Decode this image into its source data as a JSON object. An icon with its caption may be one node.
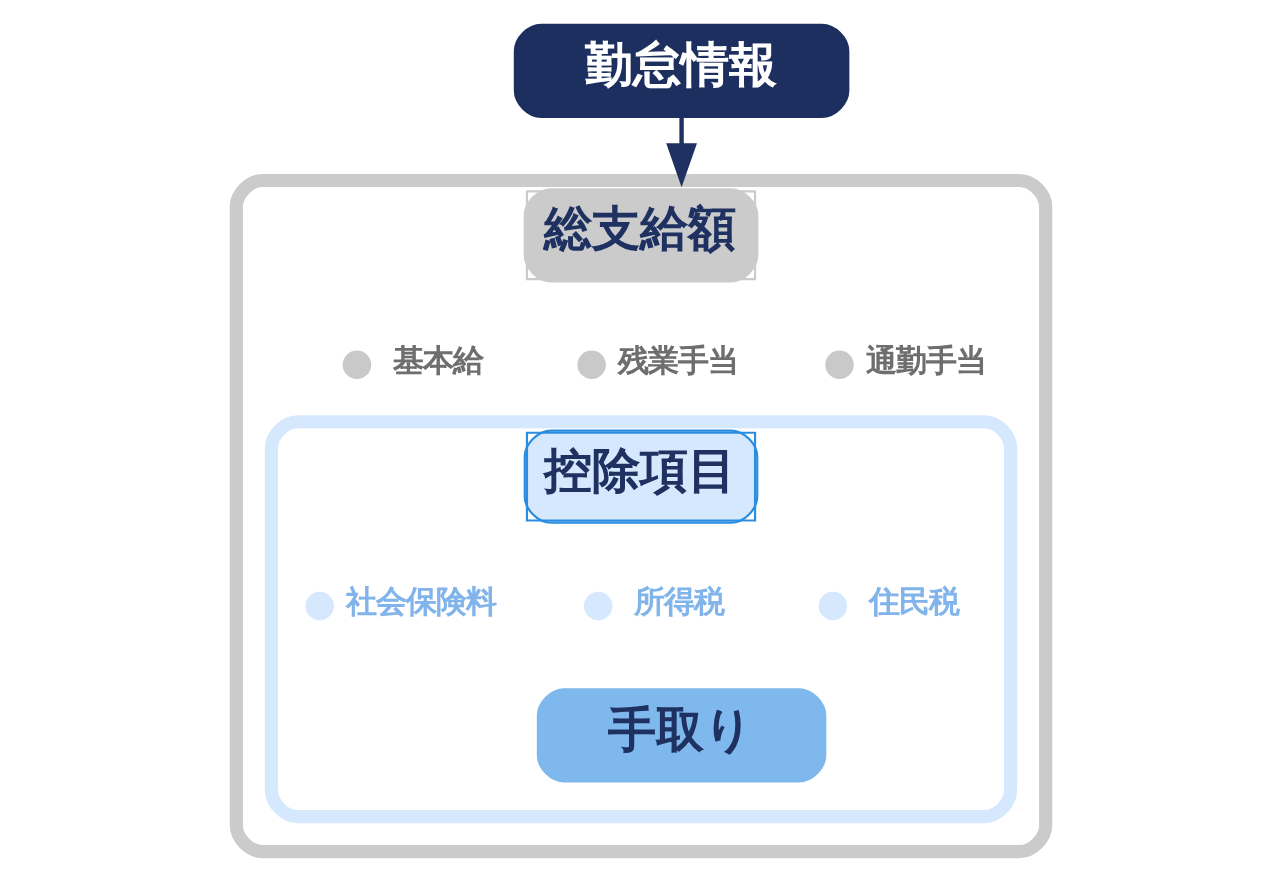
{
  "diagram": {
    "nodes": [
      {
        "text": [
          "勤怠情報"
        ]
      },
      {
        "text": [
          "総支給額"
        ]
      },
      {
        "text": [
          "控除項目"
        ],
        "in": 1
      },
      {
        "text": [
          "手取り"
        ],
        "in": 2
      }
    ],
    "edges": [
      {
        "from": 0,
        "to": 1,
        "arrow": "to"
      }
    ],
    "labels": [
      "基本給",
      "残業手当",
      "通勤手当",
      "社会保険料",
      "所得税",
      "住民税"
    ]
  }
}
